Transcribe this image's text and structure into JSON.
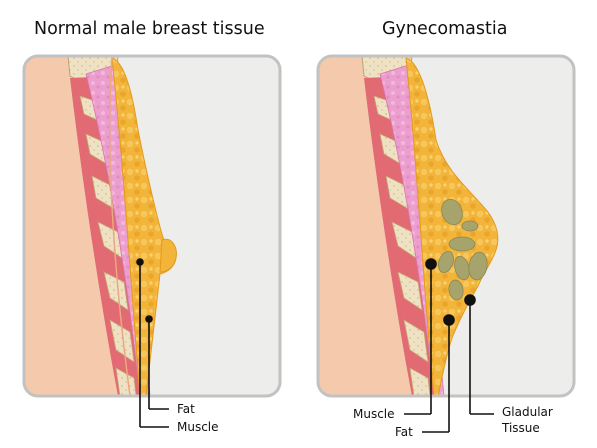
{
  "titles": {
    "normal": "Normal male breast tissue",
    "gyno": "Gynecomastia"
  },
  "labels": {
    "normal_fat": "Fat",
    "normal_muscle": "Muscle",
    "gyno_muscle": "Muscle",
    "gyno_fat": "Fat",
    "gyno_glandular_line1": "Gladular",
    "gyno_glandular_line2": "Tissue"
  },
  "colors": {
    "panel_bg": "#ededec",
    "panel_border": "#c2c2c2",
    "skin": "#f5c9ac",
    "skin_edge": "#e9a882",
    "muscle_red": "#e16a73",
    "muscle_pink": "#ec9fcf",
    "rib": "#eee1c2",
    "fat": "#f2b53a",
    "fat_edge": "#e39a1c",
    "gland": "#a6a46c"
  }
}
